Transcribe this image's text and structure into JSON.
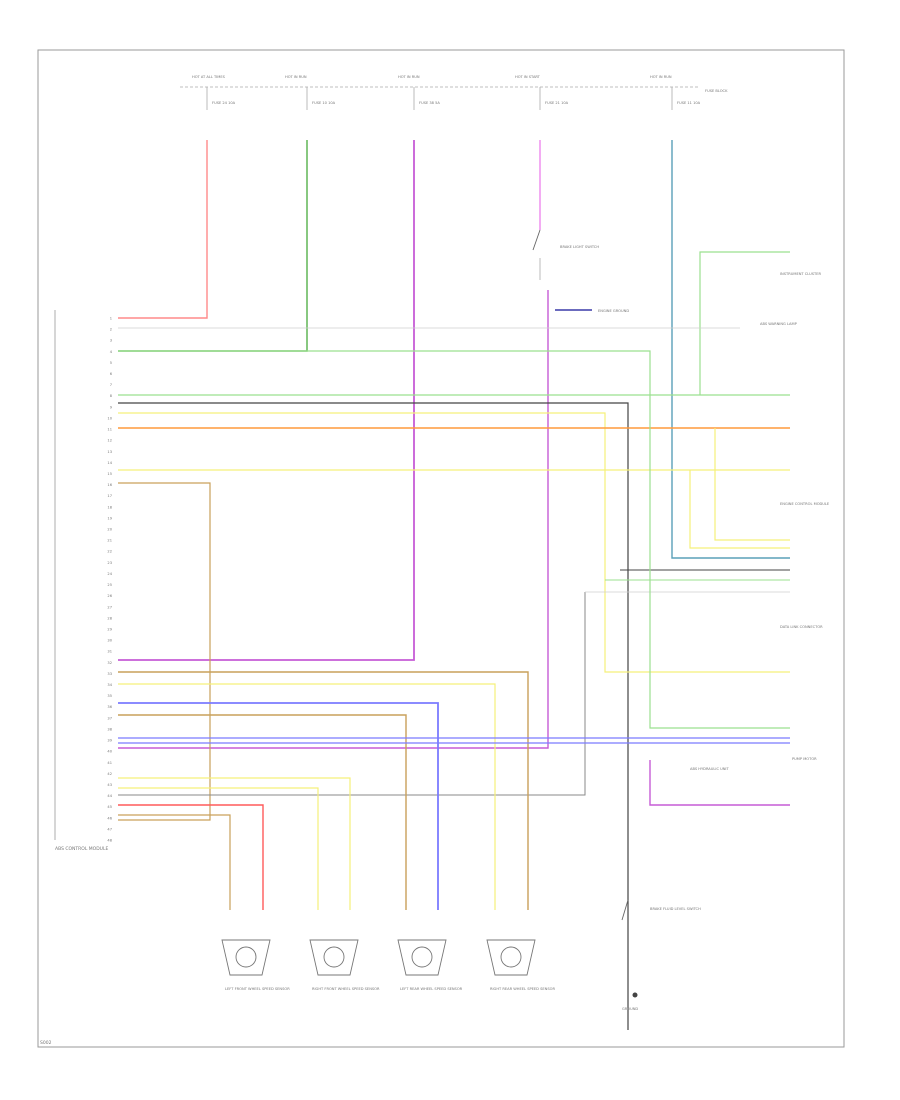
{
  "diagram": {
    "figure_id": "S002",
    "colors": {
      "red": "#ff8a8a",
      "green": "#56b04a",
      "light_green": "#9be08f",
      "violet": "#c65cd6",
      "pink": "#ee88ee",
      "blue": "#7b7bff",
      "yellow": "#f5f07a",
      "orange": "#ff9a3c",
      "tan": "#c9a05a",
      "gray": "#8a8a8a",
      "black": "#444444",
      "cyan": "#5aa0b8",
      "frame": "#9a9a9a"
    },
    "fuses": [
      {
        "id": "f1",
        "top": "HOT AT ALL TIMES",
        "fuse": "FUSE 24 10A"
      },
      {
        "id": "f2",
        "top": "HOT IN RUN",
        "fuse": "FUSE 10 10A"
      },
      {
        "id": "f3",
        "top": "HOT IN RUN",
        "fuse": "FUSE 38 5A"
      },
      {
        "id": "f4",
        "top": "HOT IN START",
        "fuse": "FUSE 21 10A"
      },
      {
        "id": "f5",
        "top": "HOT IN RUN",
        "fuse": "FUSE 11 10A"
      }
    ],
    "fuse_block_label": "FUSE BLOCK",
    "module_label": "ABS CONTROL MODULE",
    "module_pins": [
      "1",
      "2",
      "3",
      "4",
      "5",
      "6",
      "7",
      "8",
      "9",
      "10",
      "11",
      "12",
      "13",
      "14",
      "15",
      "16",
      "17",
      "18",
      "19",
      "20",
      "21",
      "22",
      "23",
      "24",
      "25",
      "26",
      "27",
      "28",
      "29",
      "30",
      "31",
      "32",
      "33",
      "34",
      "35",
      "36",
      "37",
      "38",
      "39",
      "40",
      "41",
      "42",
      "43",
      "44",
      "45",
      "46",
      "47",
      "48"
    ],
    "components": {
      "switch_top": "BRAKE LIGHT SWITCH",
      "ground_top": "ENGINE GROUND",
      "warn_lamp": "ABS WARNING LAMP",
      "instr_cluster": "INSTRUMENT CLUSTER",
      "engine_ctrl": "ENGINE CONTROL MODULE",
      "data_link": "DATA LINK CONNECTOR",
      "brake_switch": "BRAKE FLUID LEVEL SWITCH",
      "ground_bottom": "GROUND",
      "lf_sensor": "LEFT FRONT WHEEL SPEED SENSOR",
      "rf_sensor": "RIGHT FRONT WHEEL SPEED SENSOR",
      "lr_sensor": "LEFT REAR WHEEL SPEED SENSOR",
      "rr_sensor": "RIGHT REAR WHEEL SPEED SENSOR",
      "hydraulic_unit": "ABS HYDRAULIC UNIT",
      "pump_motor": "PUMP MOTOR"
    }
  }
}
